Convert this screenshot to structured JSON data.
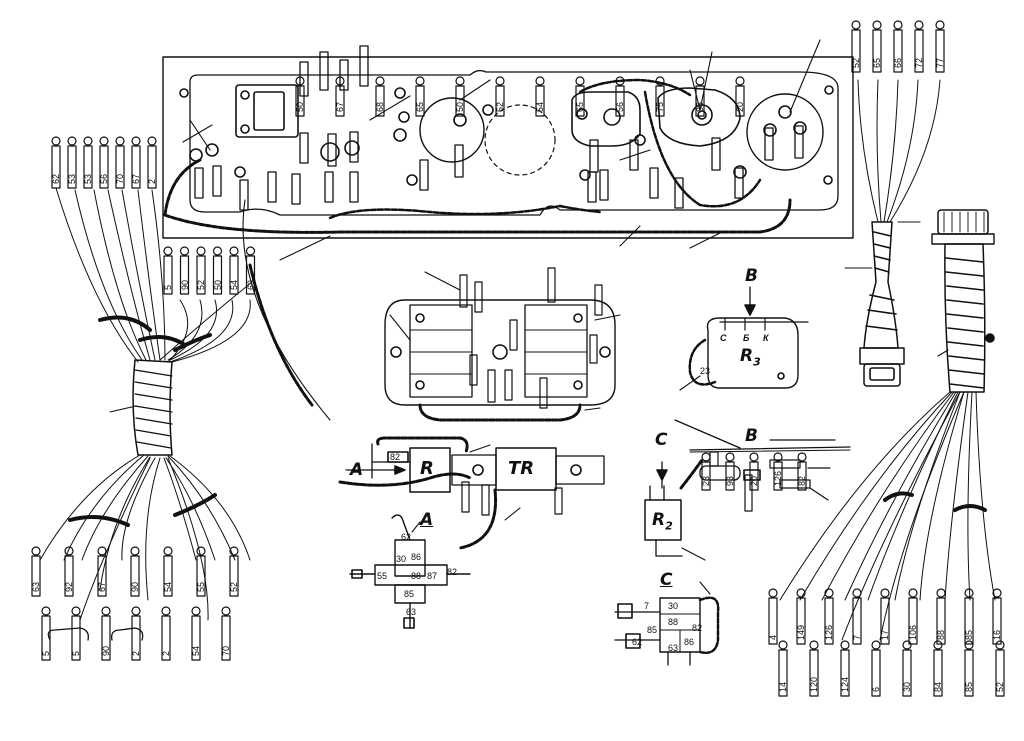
{
  "labels": {
    "A": "A",
    "A_sub": "A",
    "B": "B",
    "B_line": "B",
    "C": "C",
    "C_sub": "C"
  },
  "components": {
    "R": "R",
    "TR": "TR",
    "R3_main": "R",
    "R3_sub": "3",
    "R2_main": "R",
    "R2_sub": "2",
    "R3_terminals": [
      "С",
      "Б",
      "К"
    ]
  },
  "relay_A": {
    "pins": [
      "30",
      "86",
      "88",
      "87",
      "85"
    ],
    "wires": [
      "62",
      "55",
      "82",
      "63"
    ]
  },
  "relay_C": {
    "pins": [
      "30",
      "88",
      "86",
      "85"
    ],
    "wires": [
      "7",
      "63",
      "62",
      "82"
    ]
  },
  "wire_tags": {
    "left_top": [
      "62",
      "53",
      "53",
      "56",
      "70",
      "67",
      "2"
    ],
    "left_mid": [
      "5",
      "90",
      "52",
      "50",
      "54",
      "63"
    ],
    "left_bottom_a": [
      "63",
      "92",
      "67",
      "90",
      "54",
      "55",
      "52"
    ],
    "left_bottom_b": [
      "5",
      "5",
      "90",
      "2",
      "2",
      "54",
      "70"
    ],
    "right_top": [
      "52",
      "65",
      "66",
      "72",
      "77"
    ],
    "right_bottom_a": [
      "4",
      "149",
      "126",
      "7",
      "17",
      "106",
      "88",
      "85",
      "16"
    ],
    "right_bottom_b": [
      "14",
      "120",
      "124",
      "6",
      "30",
      "84",
      "85",
      "52"
    ],
    "panel": [
      "50",
      "67",
      "68",
      "65",
      "50",
      "52",
      "54",
      "65",
      "56",
      "75",
      "85",
      "20"
    ],
    "R_wire": "82",
    "R3_wire": "23",
    "bracket": [
      "23",
      "93",
      "20",
      "126",
      "82"
    ]
  }
}
